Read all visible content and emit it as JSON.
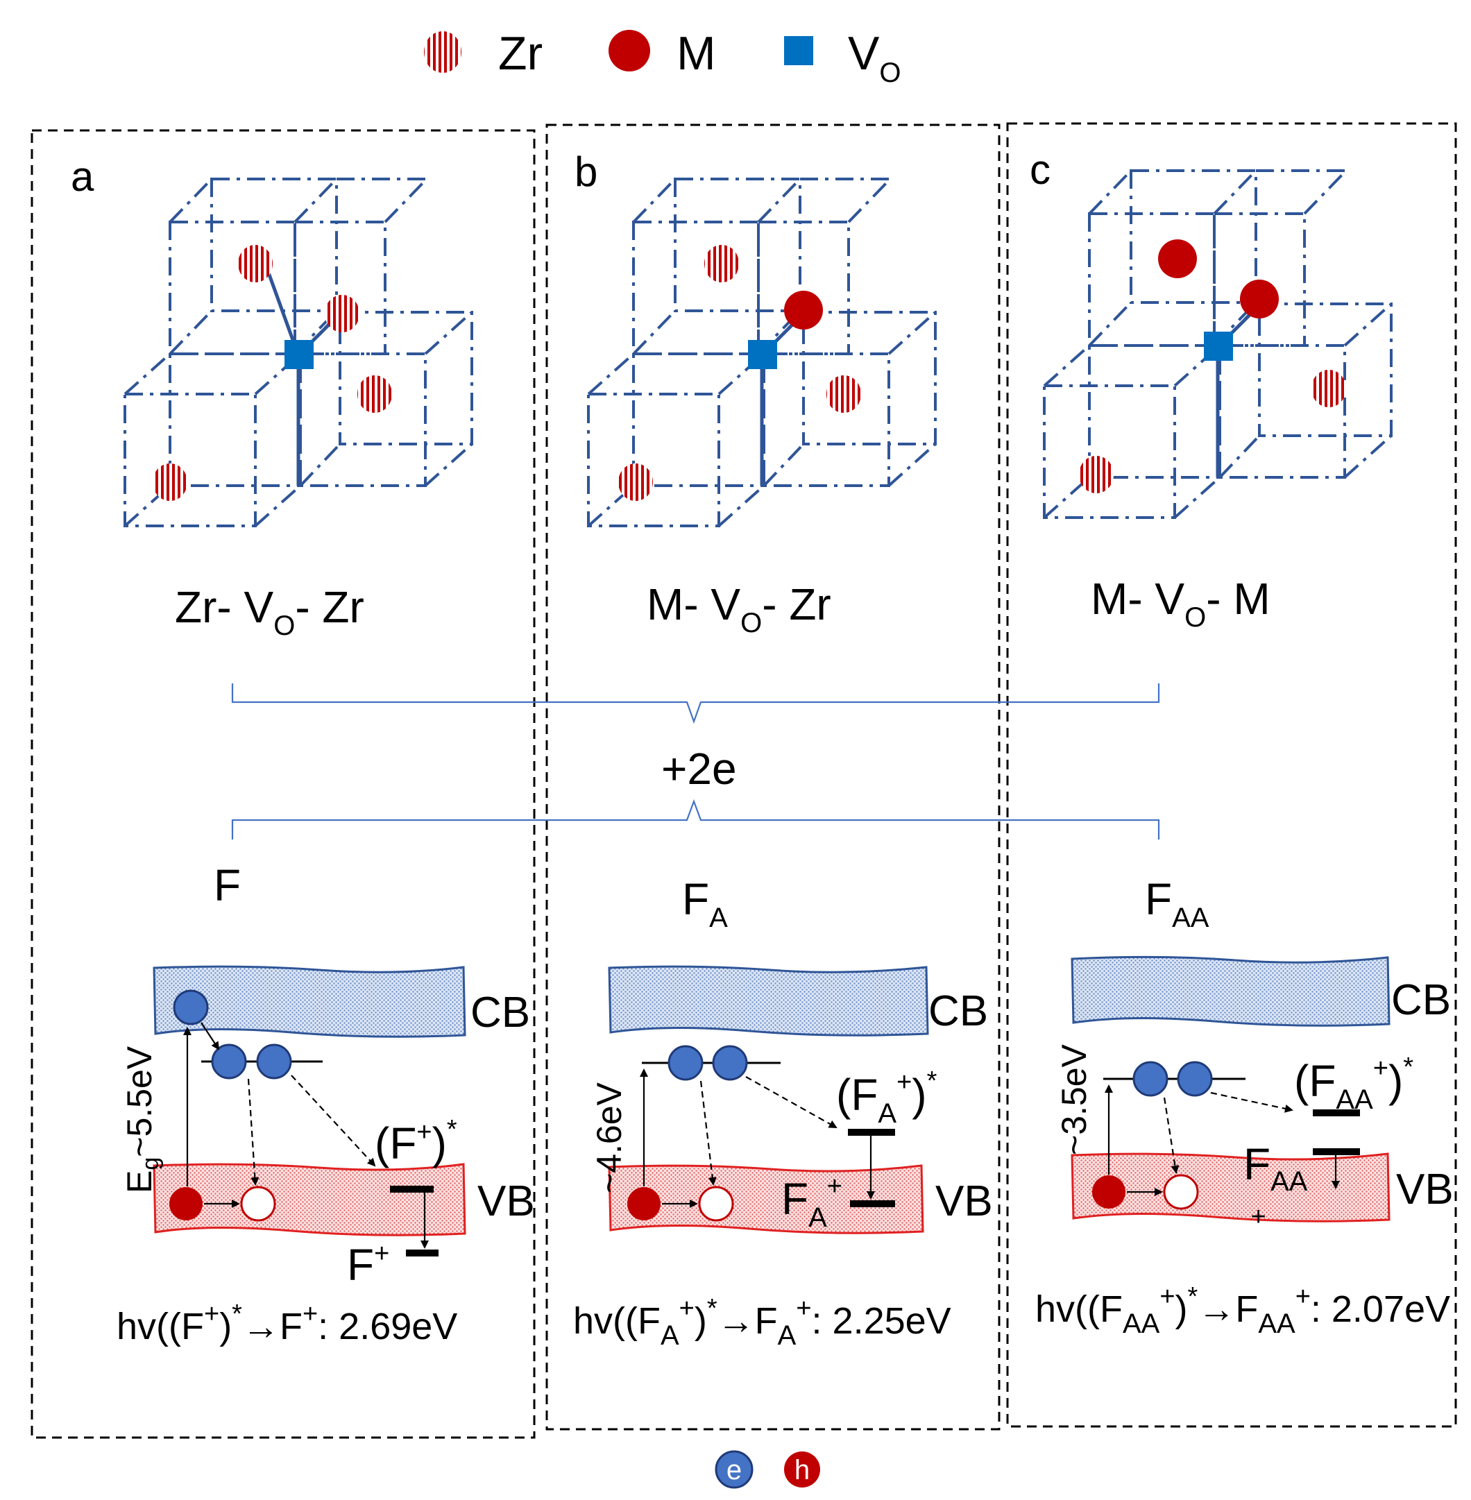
{
  "legend": {
    "zr": "Zr",
    "m": "M",
    "vo_main": "V",
    "vo_sub": "O"
  },
  "panels": [
    {
      "letter": "a",
      "config": {
        "pre": "Zr- V",
        "sub": "O",
        "post": "- Zr"
      },
      "center_title": {
        "main": "F",
        "sub": ""
      },
      "cb": "CB",
      "vb": "VB",
      "gap": {
        "main": "E",
        "sub": "g",
        "rest": "~5.5eV"
      },
      "excited": {
        "open": "(F",
        "sub": "",
        "sup": "+",
        "close": ")",
        "star": "*"
      },
      "ground": {
        "main": "F",
        "sub": "",
        "sup": "+"
      },
      "hv": {
        "a": "hv((F",
        "a_sub": "",
        "a_sup": "+",
        "b": ")",
        "star": "*",
        "c": "→F",
        "c_sub": "",
        "c_sup": "+",
        "d": ":  2.69eV"
      }
    },
    {
      "letter": "b",
      "config": {
        "pre": "M- V",
        "sub": "O",
        "post": "- Zr"
      },
      "center_title": {
        "main": "F",
        "sub": "A"
      },
      "cb": "CB",
      "vb": "VB",
      "gap": {
        "main": "",
        "sub": "",
        "rest": "~4.6eV"
      },
      "excited": {
        "open": "(F",
        "sub": "A",
        "sup": "+",
        "close": ")",
        "star": "*"
      },
      "ground": {
        "main": "F",
        "sub": "A",
        "sup": "+"
      },
      "hv": {
        "a": "hv((F",
        "a_sub": "A",
        "a_sup": "+",
        "b": ")",
        "star": "*",
        "c": "→F",
        "c_sub": "A",
        "c_sup": "+",
        "d": ":  2.25eV"
      }
    },
    {
      "letter": "c",
      "config": {
        "pre": "M- V",
        "sub": "O",
        "post": "- M"
      },
      "center_title": {
        "main": "F",
        "sub": "AA"
      },
      "cb": "CB",
      "vb": "VB",
      "gap": {
        "main": "",
        "sub": "",
        "rest": "~3.5eV"
      },
      "excited": {
        "open": "(F",
        "sub": "AA",
        "sup": "+",
        "close": ")",
        "star": "*"
      },
      "ground": {
        "main": "F",
        "sub": "AA",
        "sup": "+"
      },
      "hv": {
        "a": "hv((F",
        "a_sub": "AA",
        "a_sup": "+",
        "b": ")",
        "star": "*",
        "c": "→F",
        "c_sub": "AA",
        "c_sup": "+",
        "d": ":  2.07eV"
      }
    }
  ],
  "plus2e": "+2e",
  "footer": {
    "e": "e",
    "h": "h"
  },
  "colors": {
    "lattice": "#2f5597",
    "metal": "#c00000",
    "vacancy": "#0070c0",
    "electron": "#4472c4",
    "brace": "#4472c4"
  }
}
